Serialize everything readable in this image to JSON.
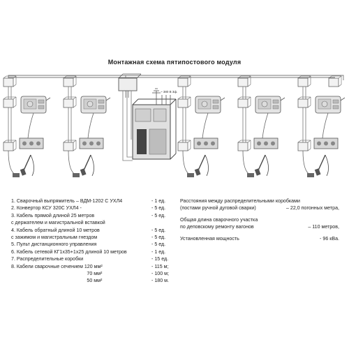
{
  "title": "Монтажная схема  пятипостового модуля",
  "power_label": "~ 380 В 3ф.",
  "items": [
    {
      "text": "1. Сварочный выпрямитель – ВДМ-1202 С УХЛ4",
      "qty": "- 1 ед."
    },
    {
      "text": "2. Конвертор КСУ 320С  УХЛ4 -",
      "qty": "- 5 ед."
    },
    {
      "text": "3. Кабель  прямой длиной 25 метров",
      "qty": "- 5 ед."
    },
    {
      "text": "    с держателем и магистральной вставкой",
      "qty": ""
    },
    {
      "text": "4. Кабель  обратный  длиной 10 метров",
      "qty": "- 5 ед."
    },
    {
      "text": "    с зажимом и магистральным гнездом",
      "qty": "- 5 ед."
    },
    {
      "text": "5. Пульт дистанционного управления",
      "qty": "- 5 ед."
    },
    {
      "text": "6. Кабель сетевой КГ1х35+1х25   длиной 10 метров",
      "qty": "- 1 ед."
    },
    {
      "text": "7. Распределительные коробки",
      "qty": "- 15 ед."
    },
    {
      "text": "8. Кабели сварочные  сечением  120 мм²",
      "qty": "- 115 м;"
    },
    {
      "text": "                                                       70 мм²",
      "qty": "- 100 м;"
    },
    {
      "text": "                                                       50 мм²",
      "qty": "- 180 м."
    }
  ],
  "right": [
    {
      "lines": [
        "Расстояния между распределительными коробками",
        "(постами  ручной дуговой сварки)"
      ],
      "value": "– 22,0 погонных метра,"
    },
    {
      "lines": [
        "Общая  длина сварочного участка",
        "по деповскому ремонту вагонов"
      ],
      "value": "– 110 метров,"
    },
    {
      "lines": [
        "Установленная мощность"
      ],
      "value": "- 96 кВа."
    }
  ]
}
